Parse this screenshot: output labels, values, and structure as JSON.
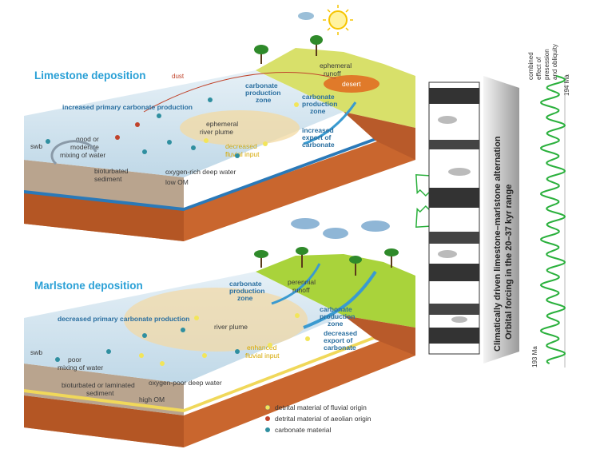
{
  "top_panel": {
    "title": "Limestone deposition",
    "labels": {
      "dust": "dust",
      "desert": "desert",
      "ephemeral_runoff": [
        "ephemeral",
        "runoff"
      ],
      "increased_production": "increased primary carbonate production",
      "carbonate_zone_left": [
        "carbonate",
        "production",
        "zone"
      ],
      "carbonate_zone_right": [
        "carbonate",
        "production",
        "zone"
      ],
      "river_plume": [
        "ephemeral",
        "river plume"
      ],
      "increased_export": [
        "increased",
        "export of",
        "carbonate"
      ],
      "decreased_fluvial": [
        "decreased",
        "fluvial input"
      ],
      "swb": "swb",
      "mixing": [
        "good or",
        "moderate",
        "mixing of water"
      ],
      "bioturbated": [
        "bioturbated",
        "sediment"
      ],
      "deep_water": "oxygen-rich deep water",
      "om": "low OM"
    }
  },
  "bottom_panel": {
    "title": "Marlstone deposition",
    "labels": {
      "perennial_runoff": [
        "perennial",
        "runoff"
      ],
      "carbonate_zone_left": [
        "carbonate",
        "production",
        "zone"
      ],
      "carbonate_zone_right": [
        "carbonate",
        "production",
        "zone"
      ],
      "decreased_production": "decreased primary carbonate production",
      "river_plume": "river plume",
      "decreased_export": [
        "decreased",
        "export of",
        "carbonate"
      ],
      "enhanced_fluvial": [
        "enhanced",
        "fluvial input"
      ],
      "swb": "swb",
      "mixing": [
        "poor",
        "mixing of water"
      ],
      "bioturbated": [
        "bioturbated or laminated",
        "sediment"
      ],
      "deep_water": "oxygen-poor deep water",
      "om": "high OM"
    }
  },
  "legend": [
    {
      "label": "detrital material of fluvial origin",
      "color": "#f2e55a"
    },
    {
      "label": "detrital material of aeolian origin",
      "color": "#c0432b"
    },
    {
      "label": "carbonate material",
      "color": "#2f8fa0"
    }
  ],
  "side_panel": {
    "vertical_text": [
      "Climatically driven limestone–marlstone alternation",
      "Orbital forcing in the 20–37 kyr range"
    ],
    "curve_label": [
      "combined",
      "effect of",
      "presession",
      "and obliquity"
    ],
    "age_top": "194 Ma",
    "age_bottom": "193 Ma",
    "curve_color": "#2ab03c"
  },
  "colors": {
    "water": "#cfe3ef",
    "sediment": "#c7b29a",
    "cliff": "#c9662e",
    "land_dry": "#d8e06a",
    "land_wet": "#a9d33b",
    "title": "#2aa0d6"
  }
}
